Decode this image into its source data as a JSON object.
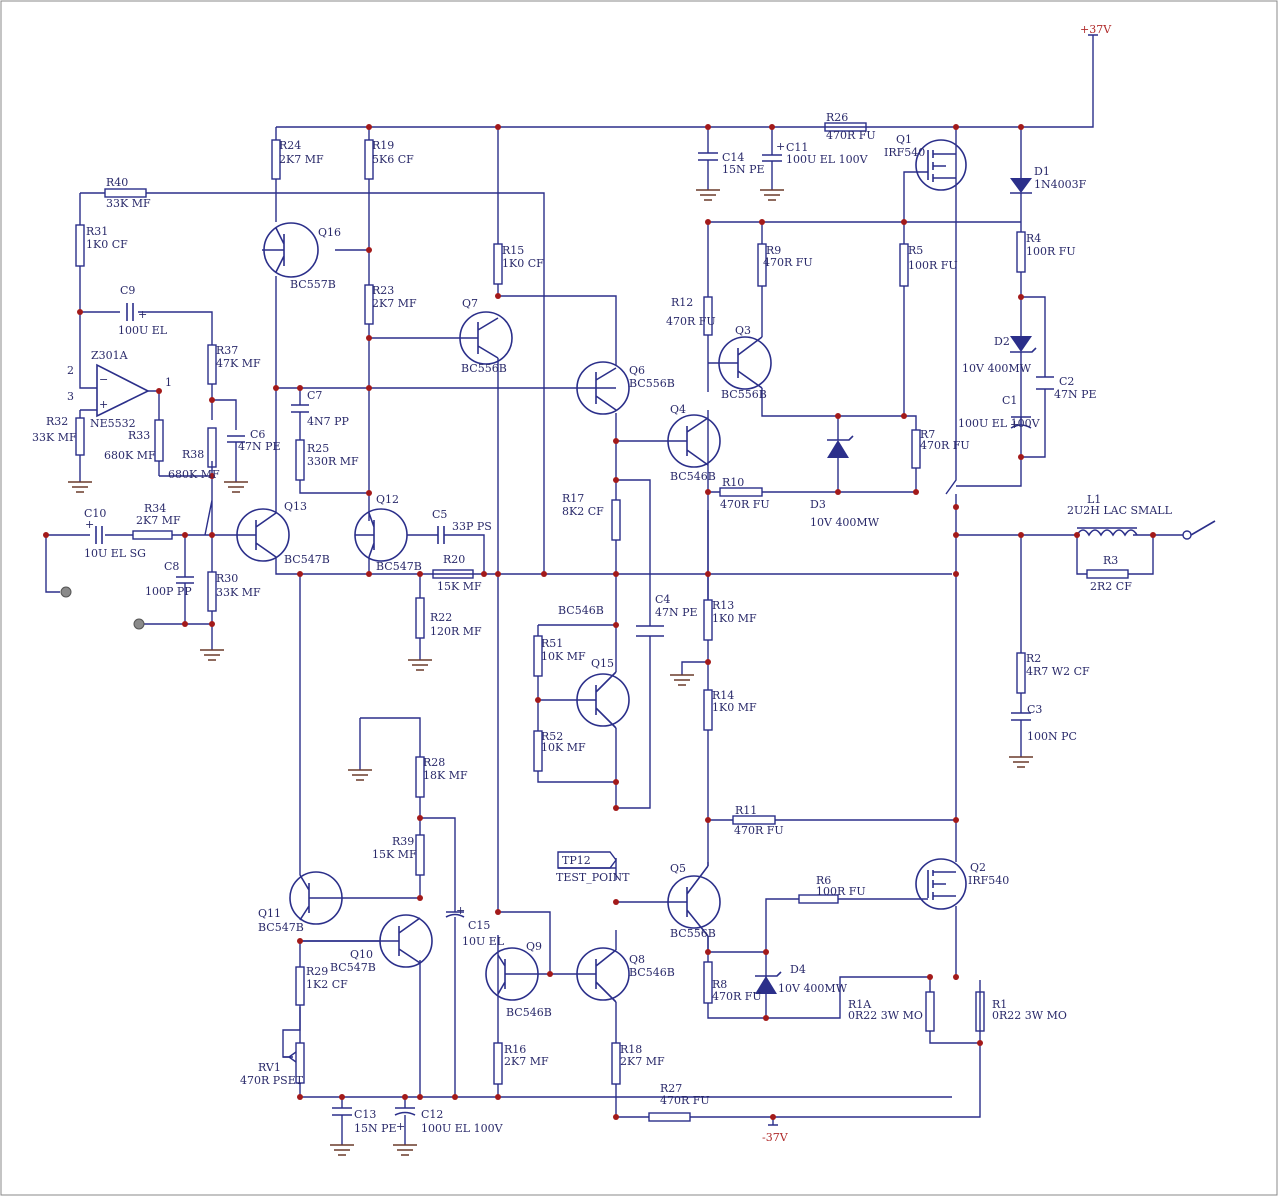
{
  "rails": {
    "pos": "+37V",
    "neg": "-37V"
  },
  "opamp": {
    "ref": "Z301A",
    "part": "NE5532",
    "pin_inv": "2",
    "pin_noninv": "3",
    "pin_out": "1"
  },
  "resistors": {
    "R40": {
      "ref": "R40",
      "val": "33K MF"
    },
    "R31": {
      "ref": "R31",
      "val": "1K0 CF"
    },
    "R32": {
      "ref": "R32",
      "val": "33K MF"
    },
    "R33": {
      "ref": "R33",
      "val": "680K MF"
    },
    "R37": {
      "ref": "R37",
      "val": "47K MF"
    },
    "R38": {
      "ref": "R38",
      "val": "680K MF"
    },
    "R34": {
      "ref": "R34",
      "val": "2K7 MF"
    },
    "R30": {
      "ref": "R30",
      "val": "33K MF"
    },
    "R24": {
      "ref": "R24",
      "val": "2K7 MF"
    },
    "R19": {
      "ref": "R19",
      "val": "5K6 CF"
    },
    "R23": {
      "ref": "R23",
      "val": "2K7 MF"
    },
    "R25": {
      "ref": "R25",
      "val": "330R MF"
    },
    "R15": {
      "ref": "R15",
      "val": "1K0 CF"
    },
    "R20": {
      "ref": "R20",
      "val": "15K MF"
    },
    "R22": {
      "ref": "R22",
      "val": "120R MF"
    },
    "R17": {
      "ref": "R17",
      "val": "8K2 CF"
    },
    "R51": {
      "ref": "R51",
      "val": "10K MF"
    },
    "R52": {
      "ref": "R52",
      "val": "10K MF"
    },
    "R28": {
      "ref": "R28",
      "val": "18K MF"
    },
    "R39": {
      "ref": "R39",
      "val": "15K MF"
    },
    "R29": {
      "ref": "R29",
      "val": "1K2 CF"
    },
    "R16": {
      "ref": "R16",
      "val": "2K7 MF"
    },
    "R18": {
      "ref": "R18",
      "val": "2K7 MF"
    },
    "R27": {
      "ref": "R27",
      "val": "470R FU"
    },
    "R26": {
      "ref": "R26",
      "val": "470R FU"
    },
    "R12": {
      "ref": "R12",
      "val": "470R FU"
    },
    "R9": {
      "ref": "R9",
      "val": "470R FU"
    },
    "R5": {
      "ref": "R5",
      "val": "100R FU"
    },
    "R4": {
      "ref": "R4",
      "val": "100R FU"
    },
    "R7": {
      "ref": "R7",
      "val": "470R FU"
    },
    "R10": {
      "ref": "R10",
      "val": "470R FU"
    },
    "R13": {
      "ref": "R13",
      "val": "1K0 MF"
    },
    "R14": {
      "ref": "R14",
      "val": "1K0 MF"
    },
    "R11": {
      "ref": "R11",
      "val": "470R FU"
    },
    "R6": {
      "ref": "R6",
      "val": "100R FU"
    },
    "R8": {
      "ref": "R8",
      "val": "470R FU"
    },
    "R1A": {
      "ref": "R1A",
      "val": "0R22 3W MO"
    },
    "R1": {
      "ref": "R1",
      "val": "0R22 3W MO"
    },
    "R2": {
      "ref": "R2",
      "val": "4R7 W2 CF"
    },
    "R3": {
      "ref": "R3",
      "val": "2R2 CF"
    },
    "RV1": {
      "ref": "RV1",
      "val": "470R PSET"
    }
  },
  "capacitors": {
    "C9": {
      "ref": "C9",
      "val": "100U EL"
    },
    "C6": {
      "ref": "C6",
      "val": "47N PE"
    },
    "C10": {
      "ref": "C10",
      "val": "10U EL SG"
    },
    "C8": {
      "ref": "C8",
      "val": "100P PP"
    },
    "C7": {
      "ref": "C7",
      "val": "4N7 PP"
    },
    "C5": {
      "ref": "C5",
      "val": "33P PS"
    },
    "C4": {
      "ref": "C4",
      "val": "47N PE"
    },
    "C14": {
      "ref": "C14",
      "val": "15N PE"
    },
    "C11": {
      "ref": "C11",
      "val": "100U EL 100V"
    },
    "C2": {
      "ref": "C2",
      "val": "47N PE"
    },
    "C1": {
      "ref": "C1",
      "val": "100U EL 100V"
    },
    "C15": {
      "ref": "C15",
      "val": "10U EL"
    },
    "C13": {
      "ref": "C13",
      "val": "15N PE"
    },
    "C12": {
      "ref": "C12",
      "val": "100U EL 100V"
    },
    "C3": {
      "ref": "C3",
      "val": "100N PC"
    }
  },
  "transistors": {
    "Q16": {
      "ref": "Q16",
      "part": "BC557B"
    },
    "Q7": {
      "ref": "Q7",
      "part": "BC556B"
    },
    "Q6": {
      "ref": "Q6",
      "part": "BC556B"
    },
    "Q13": {
      "ref": "Q13",
      "part": "BC547B"
    },
    "Q12": {
      "ref": "Q12",
      "part": "BC547B"
    },
    "Q4": {
      "ref": "Q4",
      "part": "BC546B"
    },
    "Q3": {
      "ref": "Q3",
      "part": "BC556B"
    },
    "Q15": {
      "ref": "Q15",
      "part": "BC546B"
    },
    "Q11": {
      "ref": "Q11",
      "part": "BC547B"
    },
    "Q10": {
      "ref": "Q10",
      "part": "BC547B"
    },
    "Q9": {
      "ref": "Q9",
      "part": "BC546B"
    },
    "Q8": {
      "ref": "Q8",
      "part": "BC546B"
    },
    "Q5": {
      "ref": "Q5",
      "part": "BC556B"
    },
    "Q1": {
      "ref": "Q1",
      "part": "IRF540"
    },
    "Q2": {
      "ref": "Q2",
      "part": "IRF540"
    }
  },
  "diodes": {
    "D1": {
      "ref": "D1",
      "part": "1N4003F"
    },
    "D2": {
      "ref": "D2",
      "part": "10V 400MW"
    },
    "D3": {
      "ref": "D3",
      "part": "10V 400MW"
    },
    "D4": {
      "ref": "D4",
      "part": "10V 400MW"
    }
  },
  "inductor": {
    "ref": "L1",
    "val": "2U2H LAC SMALL"
  },
  "testpoint": {
    "ref": "TP12",
    "val": "TEST_POINT"
  },
  "colors": {
    "wire": "#2b2f8a",
    "junction": "#a31a1a",
    "ground": "#6a3a2a",
    "label": "#2a2a6a",
    "rail_label": "#b02a2a"
  }
}
